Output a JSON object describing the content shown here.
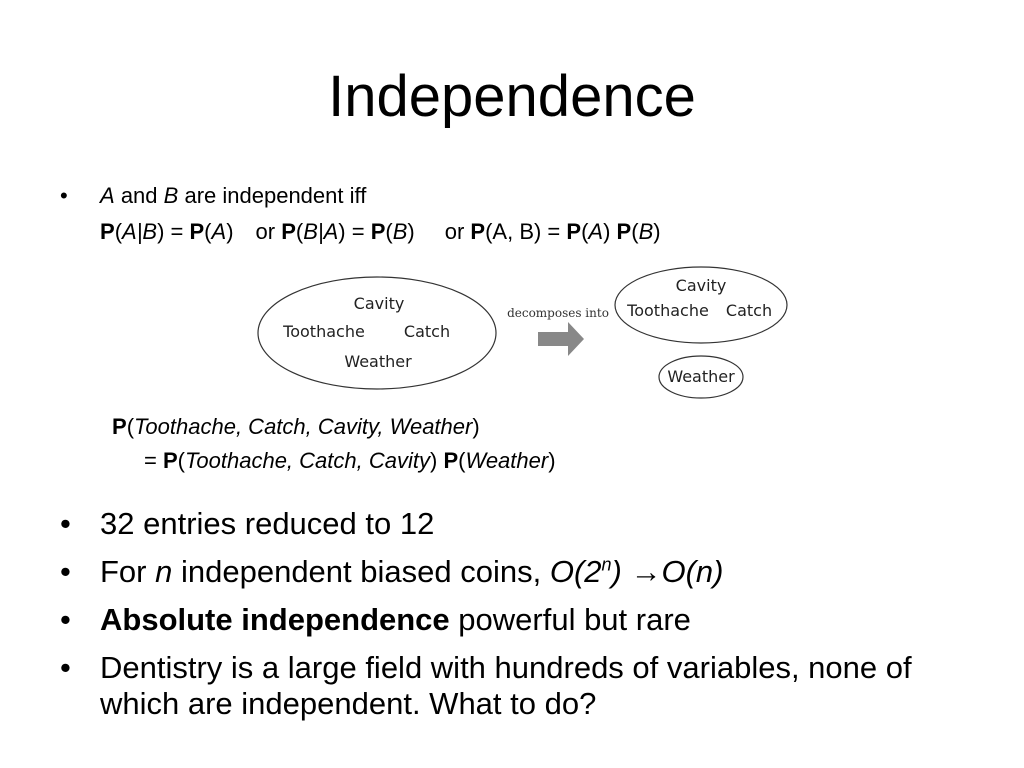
{
  "title": "Independence",
  "bullet_char": "•",
  "definition": {
    "var_a": "A",
    "and_text": "and",
    "var_b": "B",
    "rest": "are independent iff",
    "eq_a": {
      "P": "P",
      "open": "(",
      "lhs": "A|B",
      "mid": ") = ",
      "P2": "P",
      "open2": "(",
      "rhs": "A",
      "close": ")"
    },
    "or1": "or",
    "eq_b": {
      "P": "P",
      "open": "(",
      "lhs": "B|A",
      "mid": ") = ",
      "P2": "P",
      "open2": "(",
      "rhs": "B",
      "close": ")"
    },
    "or2": "or",
    "eq_c": {
      "P": "P",
      "args": "(A, B) = ",
      "P2": "P",
      "open2": "(",
      "a": "A",
      "mid": ") ",
      "P3": "P",
      "open3": "(",
      "b": "B",
      "close": ")"
    }
  },
  "diagram": {
    "left_labels": {
      "cavity": "Cavity",
      "toothache": "Toothache",
      "catch": "Catch",
      "weather": "Weather"
    },
    "arrow_label": "decomposes into",
    "right_labels": {
      "cavity": "Cavity",
      "toothache": "Toothache",
      "catch": "Catch",
      "weather": "Weather"
    }
  },
  "joint": {
    "P": "P",
    "open": "(",
    "args": "Toothache, Catch, Cavity, Weather",
    "close": ")",
    "eq": "= ",
    "P2": "P",
    "open2": "(",
    "args2": "Toothache, Catch, Cavity",
    "close2": ") ",
    "P3": "P",
    "open3": "(",
    "args3": "Weather",
    "close3": ")"
  },
  "bullets": {
    "b1": "32 entries reduced to 12",
    "b2": {
      "pre": "For ",
      "n": "n",
      "mid": " independent biased coins, ",
      "o_base": "O(2",
      "o_sup": "n",
      "o_rest": ") →O(n)"
    },
    "b3": {
      "bold": "Absolute independence",
      "rest": " powerful but rare"
    },
    "b4": "Dentistry is a large field with hundreds of variables, none of which are independent. What to do?"
  }
}
